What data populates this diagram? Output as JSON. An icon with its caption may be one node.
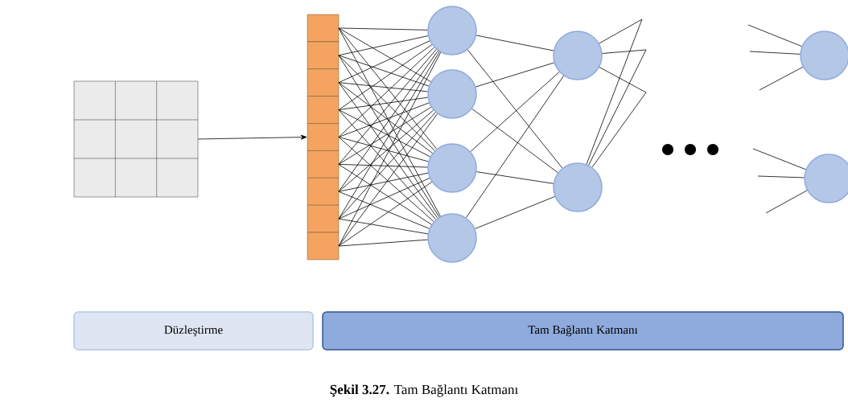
{
  "diagram": {
    "caption": "**Şekil 3.27.** Tam Bağlantı Katmanı",
    "nodes": [
      {
        "text": [],
        "shape": "grid"
      },
      {
        "text": [],
        "shape": "box"
      },
      {
        "text": [],
        "shape": "box"
      },
      {
        "text": [],
        "shape": "box"
      },
      {
        "text": [],
        "shape": "box"
      },
      {
        "text": [],
        "shape": "box"
      },
      {
        "text": [],
        "shape": "box"
      },
      {
        "text": [],
        "shape": "box"
      },
      {
        "text": [],
        "shape": "box"
      },
      {
        "text": [],
        "shape": "box"
      },
      {
        "text": [],
        "shape": "circle"
      },
      {
        "text": [],
        "shape": "circle"
      },
      {
        "text": [],
        "shape": "circle"
      },
      {
        "text": [],
        "shape": "circle"
      },
      {
        "text": [],
        "shape": "circle"
      },
      {
        "text": [],
        "shape": "circle"
      },
      {
        "text": [],
        "shape": "circle"
      },
      {
        "text": [],
        "shape": "circle"
      },
      {
        "text": [
          "Düzleştirme"
        ]
      },
      {
        "text": [
          "Tam Bağlantı Katmanı"
        ]
      }
    ],
    "edges": [
      {
        "from": 0,
        "to": 5,
        "arrow": "to"
      },
      {
        "from": 1,
        "to": 10,
        "arrow": "none"
      },
      {
        "from": 1,
        "to": 11,
        "arrow": "none"
      },
      {
        "from": 1,
        "to": 12,
        "arrow": "none"
      },
      {
        "from": 1,
        "to": 13,
        "arrow": "none"
      },
      {
        "from": 2,
        "to": 10,
        "arrow": "none"
      },
      {
        "from": 2,
        "to": 11,
        "arrow": "none"
      },
      {
        "from": 2,
        "to": 12,
        "arrow": "none"
      },
      {
        "from": 2,
        "to": 13,
        "arrow": "none"
      },
      {
        "from": 3,
        "to": 10,
        "arrow": "none"
      },
      {
        "from": 3,
        "to": 11,
        "arrow": "none"
      },
      {
        "from": 3,
        "to": 12,
        "arrow": "none"
      },
      {
        "from": 3,
        "to": 13,
        "arrow": "none"
      },
      {
        "from": 4,
        "to": 10,
        "arrow": "none"
      },
      {
        "from": 4,
        "to": 11,
        "arrow": "none"
      },
      {
        "from": 4,
        "to": 12,
        "arrow": "none"
      },
      {
        "from": 4,
        "to": 13,
        "arrow": "none"
      },
      {
        "from": 5,
        "to": 10,
        "arrow": "none"
      },
      {
        "from": 5,
        "to": 11,
        "arrow": "none"
      },
      {
        "from": 5,
        "to": 12,
        "arrow": "none"
      },
      {
        "from": 5,
        "to": 13,
        "arrow": "none"
      },
      {
        "from": 6,
        "to": 10,
        "arrow": "none"
      },
      {
        "from": 6,
        "to": 11,
        "arrow": "none"
      },
      {
        "from": 6,
        "to": 12,
        "arrow": "none"
      },
      {
        "from": 6,
        "to": 13,
        "arrow": "none"
      },
      {
        "from": 7,
        "to": 10,
        "arrow": "none"
      },
      {
        "from": 7,
        "to": 11,
        "arrow": "none"
      },
      {
        "from": 7,
        "to": 12,
        "arrow": "none"
      },
      {
        "from": 7,
        "to": 13,
        "arrow": "none"
      },
      {
        "from": 8,
        "to": 10,
        "arrow": "none"
      },
      {
        "from": 8,
        "to": 11,
        "arrow": "none"
      },
      {
        "from": 8,
        "to": 12,
        "arrow": "none"
      },
      {
        "from": 8,
        "to": 13,
        "arrow": "none"
      },
      {
        "from": 9,
        "to": 10,
        "arrow": "none"
      },
      {
        "from": 9,
        "to": 11,
        "arrow": "none"
      },
      {
        "from": 9,
        "to": 12,
        "arrow": "none"
      },
      {
        "from": 9,
        "to": 13,
        "arrow": "none"
      },
      {
        "from": 10,
        "to": 14,
        "arrow": "none"
      },
      {
        "from": 10,
        "to": 15,
        "arrow": "none"
      },
      {
        "from": 11,
        "to": 14,
        "arrow": "none"
      },
      {
        "from": 11,
        "to": 15,
        "arrow": "none"
      },
      {
        "from": 12,
        "to": 14,
        "arrow": "none"
      },
      {
        "from": 12,
        "to": 15,
        "arrow": "none"
      },
      {
        "from": 13,
        "to": 14,
        "arrow": "none"
      },
      {
        "from": 13,
        "to": 15,
        "arrow": "none"
      },
      {
        "from": 14,
        "to": null,
        "arrow": "none"
      },
      {
        "from": 14,
        "to": null,
        "arrow": "none"
      },
      {
        "from": 14,
        "to": null,
        "arrow": "none"
      },
      {
        "from": 15,
        "to": null,
        "arrow": "none"
      },
      {
        "from": 15,
        "to": null,
        "arrow": "none"
      },
      {
        "from": 15,
        "to": null,
        "arrow": "none"
      },
      {
        "from": null,
        "to": 16,
        "arrow": "none"
      },
      {
        "from": null,
        "to": 16,
        "arrow": "none"
      },
      {
        "from": null,
        "to": 16,
        "arrow": "none"
      },
      {
        "from": null,
        "to": 17,
        "arrow": "none"
      },
      {
        "from": null,
        "to": 17,
        "arrow": "none"
      },
      {
        "from": null,
        "to": 17,
        "arrow": "none"
      }
    ]
  }
}
